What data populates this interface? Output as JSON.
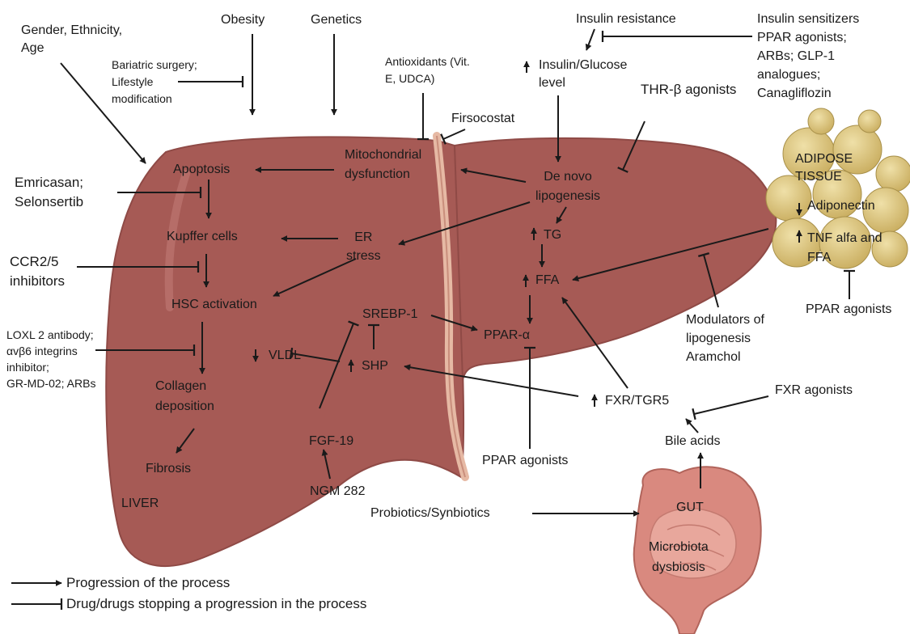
{
  "labels": {
    "gender": [
      "Gender, Ethnicity,",
      "Age"
    ],
    "obesity": "Obesity",
    "genetics": "Genetics",
    "insulin_resistance": "Insulin resistance",
    "insulin_sensitizers": [
      "Insulin sensitizers",
      "PPAR agonists;",
      "ARBs; GLP-1",
      "analogues;",
      "Canagliflozin"
    ],
    "bariatric": [
      "Bariatric surgery;",
      "Lifestyle",
      "modification"
    ],
    "antioxidants": [
      "Antioxidants (Vit.",
      "E, UDCA)"
    ],
    "insulin_glucose": [
      "Insulin/Glucose",
      "level"
    ],
    "thr": "THR-β agonists",
    "firsocostat": "Firsocostat",
    "mitochondrial": [
      "Mitochondrial",
      "dysfunction"
    ],
    "apoptosis": "Apoptosis",
    "emricasan": [
      "Emricasan;",
      "Selonsertib"
    ],
    "de_novo": [
      "De novo",
      "lipogenesis"
    ],
    "adipose": [
      "ADIPOSE",
      "TISSUE"
    ],
    "adiponectin": "Adiponectin",
    "tnf": [
      "TNF alfa and",
      "FFA"
    ],
    "kupffer": "Kupffer cells",
    "er_stress": [
      "ER",
      "stress"
    ],
    "tg": "TG",
    "ccr": [
      "CCR2/5",
      "inhibitors"
    ],
    "ffa": "FFA",
    "hsc": "HSC activation",
    "srebp": "SREBP-1",
    "ppar_alpha": "PPAR-α",
    "ppar_agonists_right": "PPAR agonists",
    "modulators": [
      "Modulators of",
      "lipogenesis",
      "Aramchol"
    ],
    "loxl": [
      "LOXL 2 antibody;",
      "αvβ6 integrins",
      "inhibitor;",
      "GR-MD-02; ARBs"
    ],
    "vldl": "VLDL",
    "shp": "SHP",
    "collagen": [
      "Collagen",
      "deposition"
    ],
    "fxr_tgr5": "FXR/TGR5",
    "fxr_agonists": "FXR agonists",
    "fgf19": "FGF-19",
    "bile_acids": "Bile acids",
    "fibrosis": "Fibrosis",
    "ppar_agonists_bottom": "PPAR agonists",
    "liver": "LIVER",
    "ngm": "NGM 282",
    "probiotics": "Probiotics/Synbiotics",
    "gut": "GUT",
    "microbiota": [
      "Microbiota",
      "dysbiosis"
    ]
  },
  "legend": {
    "progression": "Progression of the process",
    "inhibition": "Drug/drugs stopping a progression in the process"
  },
  "colors": {
    "liver": "#a65a55",
    "liver_dark": "#8f4a46",
    "adipose": "#d9c27a",
    "gut": "#d9897f",
    "arrow": "#1a1a1a"
  }
}
